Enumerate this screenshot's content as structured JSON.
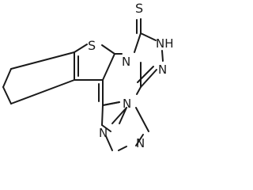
{
  "atoms": {
    "thione_S": "S",
    "thiophene_S": "S",
    "nh": "NH",
    "n_bridge_top": "N",
    "n_triazole_right": "N",
    "n_bridge_bottom": "N",
    "n_lower_left": "N",
    "n_lower_right": "N"
  }
}
